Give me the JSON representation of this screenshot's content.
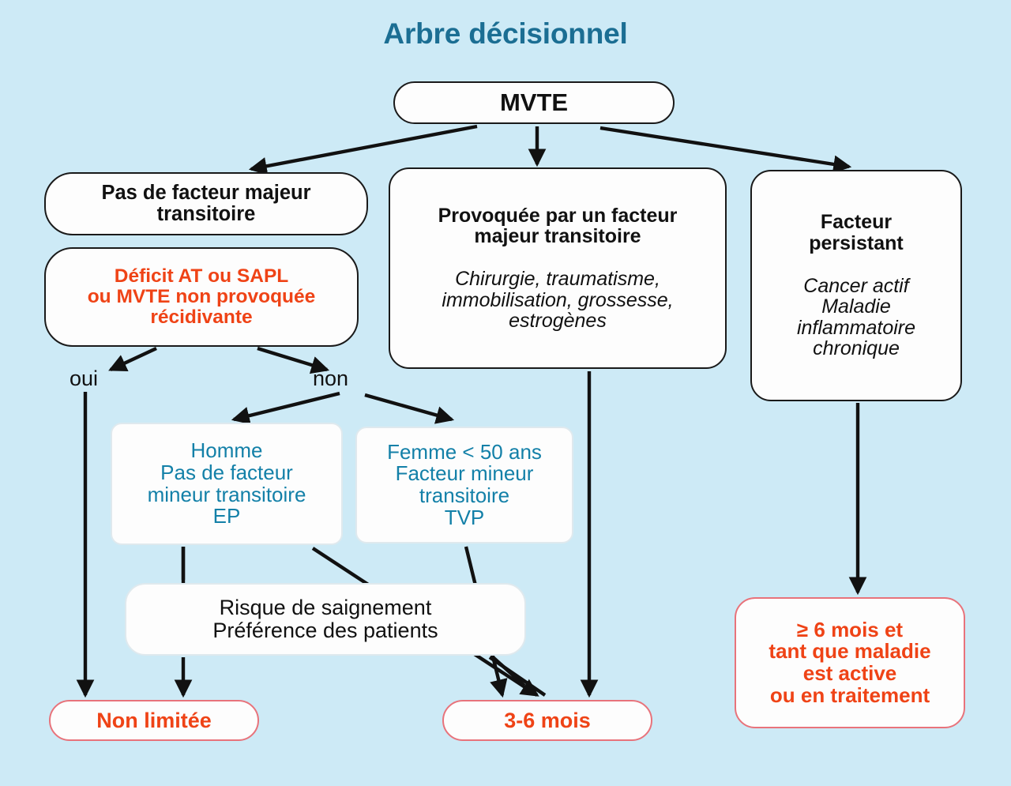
{
  "title": "Arbre décisionnel",
  "colors": {
    "background": "#cdeaf6",
    "title": "#1b6e93",
    "accent_orange": "#ef4316",
    "accent_teal": "#1380a8",
    "node_fill": "#fdfdfd",
    "dark_outline": "#1a1a1a",
    "soft_red_border": "#e8737b",
    "arrow": "#111111"
  },
  "nodes": {
    "mvte": {
      "label": "MVTE"
    },
    "no_major_transient_factor": {
      "lines": [
        "Pas de facteur majeur",
        "transitoire"
      ]
    },
    "deficit": {
      "lines": [
        "Déficit AT ou SAPL",
        "ou MVTE non provoquée",
        "récidivante"
      ]
    },
    "provoked": {
      "heading": [
        "Provoquée par un facteur",
        "majeur transitoire"
      ],
      "examples": [
        "Chirurgie, traumatisme,",
        "immobilisation, grossesse,",
        "estrogènes"
      ]
    },
    "persistent": {
      "heading": [
        "Facteur",
        "persistant"
      ],
      "examples": [
        "Cancer actif",
        "Maladie",
        "inflammatoire",
        "chronique"
      ]
    },
    "man": {
      "lines": [
        "Homme",
        "Pas de facteur",
        "mineur transitoire",
        "EP"
      ]
    },
    "woman": {
      "lines": [
        "Femme < 50 ans",
        "Facteur mineur",
        "transitoire",
        "TVP"
      ]
    },
    "bleeding_risk": {
      "lines": [
        "Risque de saignement",
        "Préférence des patients"
      ]
    },
    "unlimited": {
      "label": "Non limitée"
    },
    "three_six_months": {
      "label": "3-6 mois"
    },
    "six_months_plus": {
      "lines": [
        "≥ 6 mois et",
        "tant que maladie",
        "est active",
        "ou en traitement"
      ]
    }
  },
  "edge_labels": {
    "yes": "oui",
    "no": "non"
  }
}
